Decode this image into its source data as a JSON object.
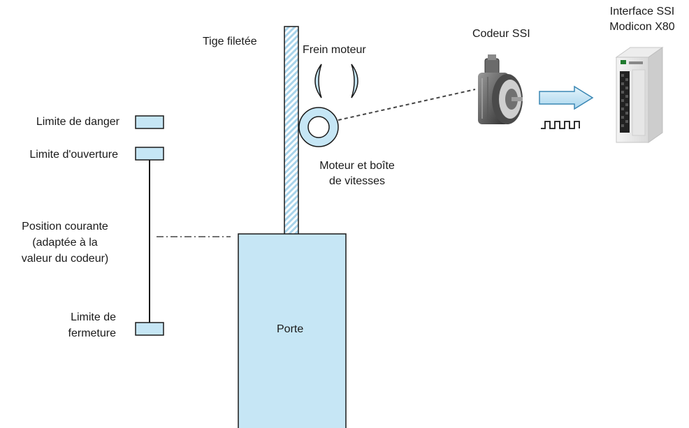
{
  "labels": {
    "threaded_rod": "Tige filetée",
    "motor_brake": "Frein moteur",
    "ssi_encoder": "Codeur SSI",
    "ssi_interface_line1": "Interface SSI",
    "ssi_interface_line2": "Modicon X80",
    "motor_gearbox_line1": "Moteur et boîte",
    "motor_gearbox_line2": "de vitesses",
    "danger_limit": "Limite de danger",
    "opening_limit": "Limite d'ouverture",
    "current_position_line1": "Position courante",
    "current_position_line2": "(adaptée à la",
    "current_position_line3": "valeur du codeur)",
    "closing_limit_line1": "Limite de",
    "closing_limit_line2": "fermeture",
    "door": "Porte"
  },
  "colors": {
    "light_blue_fill": "#c6e6f5",
    "outline": "#1a1a1a",
    "rod_hatch": "#a8d3ea"
  }
}
